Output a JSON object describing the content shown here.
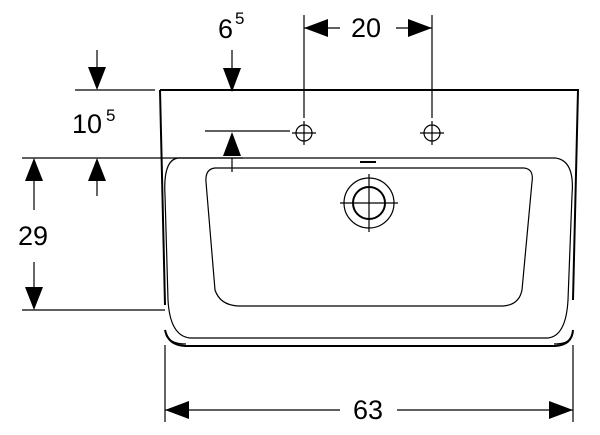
{
  "dimensions": {
    "tap_offset": {
      "main": "6",
      "sup": "5"
    },
    "tap_spacing": {
      "main": "20"
    },
    "top_to_basin": {
      "main": "10",
      "sup": "5"
    },
    "depth": {
      "main": "29"
    },
    "width": {
      "main": "63"
    }
  }
}
